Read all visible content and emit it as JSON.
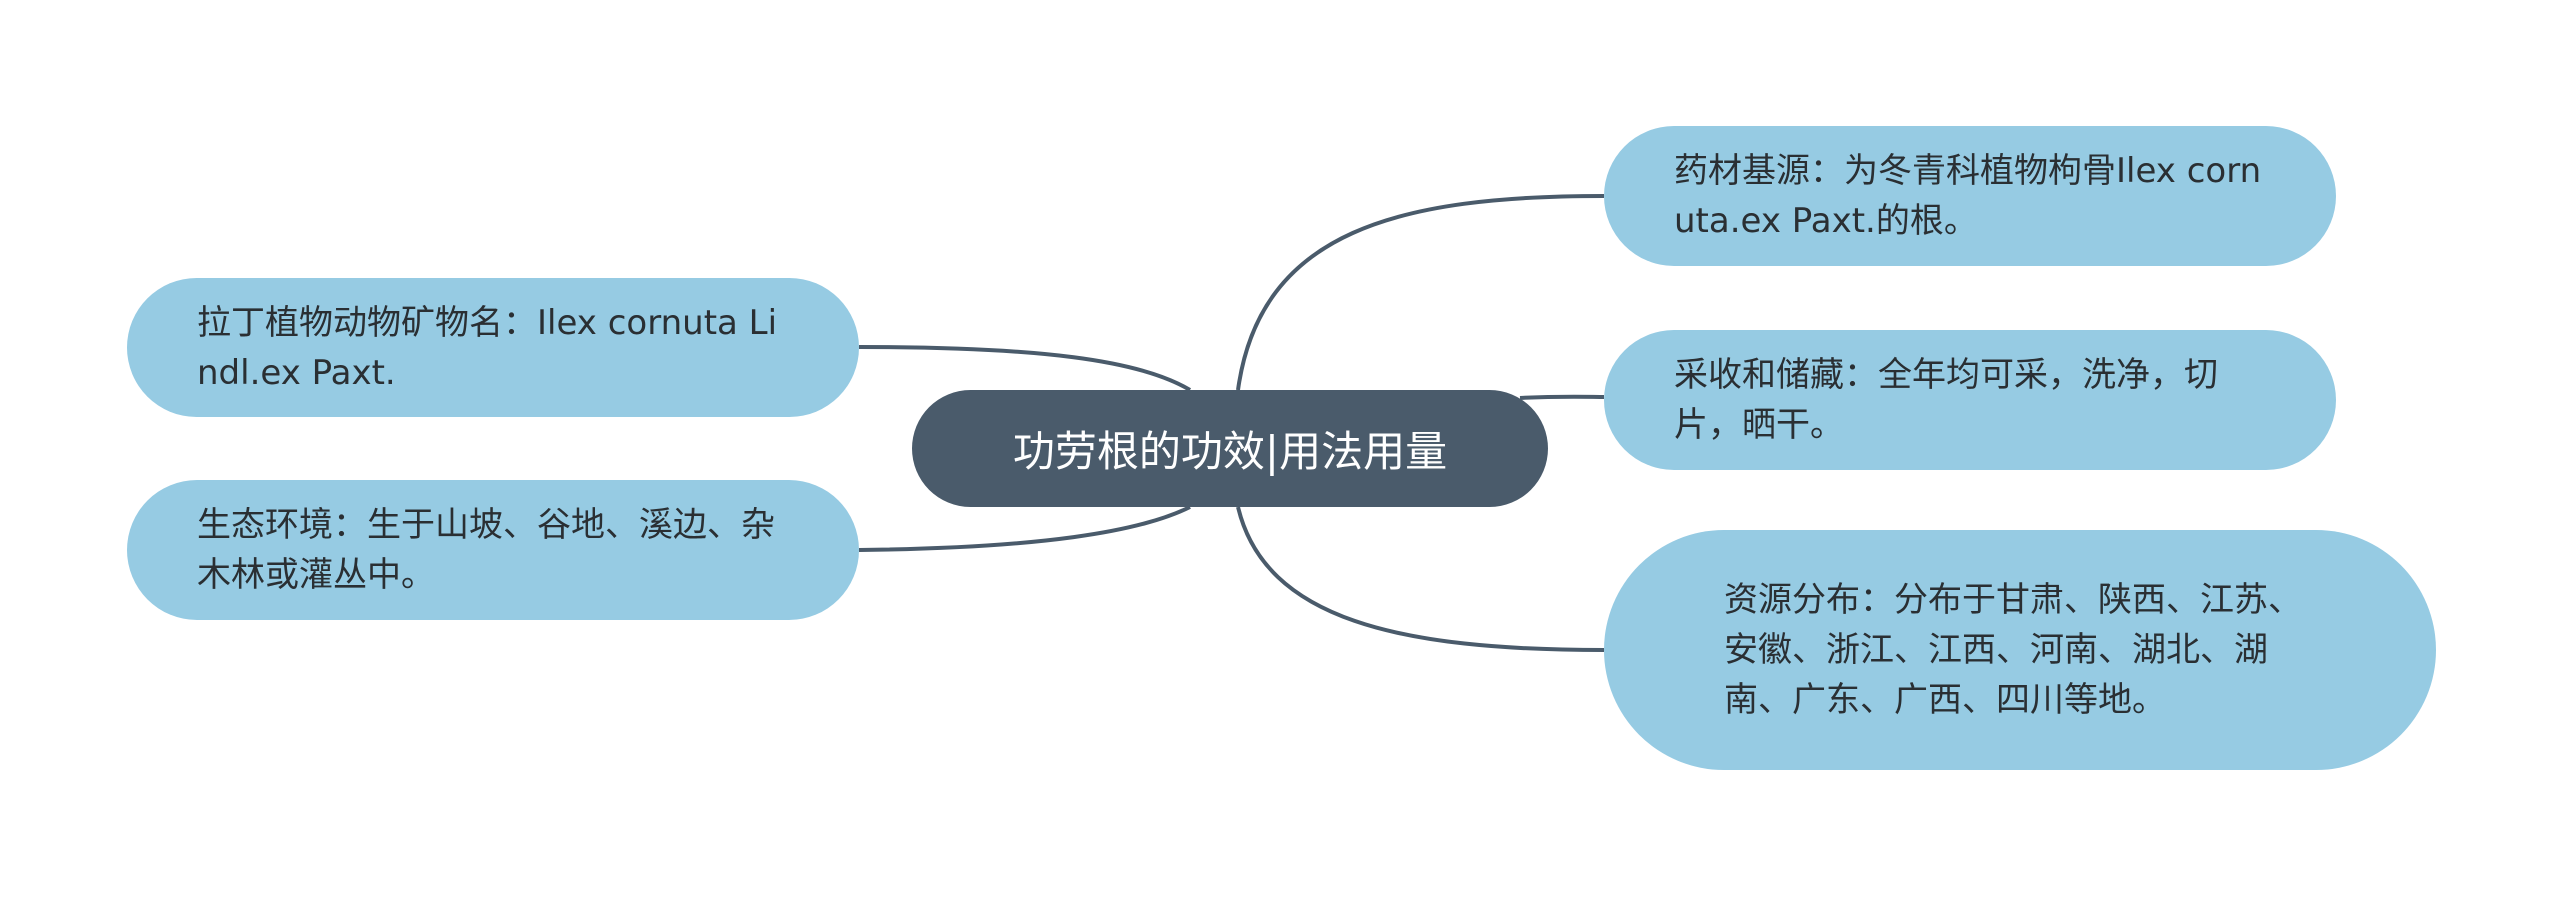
{
  "center": {
    "label": "功劳根的功效|用法用量"
  },
  "nodes": {
    "latin_name": "拉丁植物动物矿物名：Ilex cornuta Lindl.ex Paxt.",
    "habitat": "生态环境：生于山坡、谷地、溪边、杂木林或灌丛中。",
    "source": "药材基源：为冬青科植物枸骨Ilex cornuta.ex Paxt.的根。",
    "harvest": "采收和储藏：全年均可采，洗净，切片，晒干。",
    "distribution": "资源分布：分布于甘肃、陕西、江苏、安徽、浙江、江西、河南、湖北、湖南、广东、广西、四川等地。"
  },
  "colors": {
    "center_fill": "#4a5b6b",
    "node_fill": "#96cbe3",
    "connector": "#4a5b6b",
    "node_text": "#2a2f33",
    "center_text": "#ffffff"
  }
}
